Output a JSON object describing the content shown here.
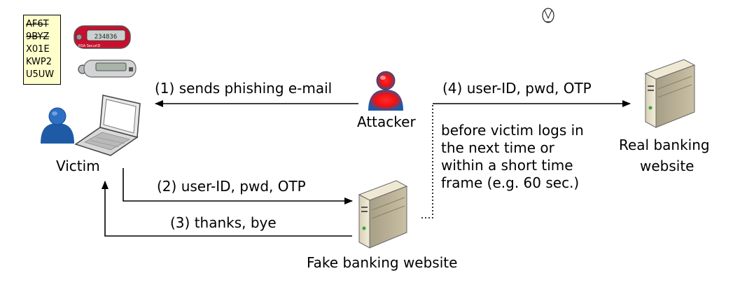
{
  "otp_list": {
    "codes": [
      "AF6T",
      "9BYZ",
      "X01E",
      "KWP2",
      "U5UW"
    ],
    "used_count": 2
  },
  "token_display": "234836",
  "token_brand": "RSA SecurID",
  "labels": {
    "victim": "Victim",
    "attacker": "Attacker",
    "fake_site": "Fake banking website",
    "real_site_line1": "Real banking",
    "real_site_line2": "website"
  },
  "arrows": {
    "step1": "(1) sends phishing e-mail",
    "step2": "(2) user-ID, pwd, OTP",
    "step3": "(3) thanks, bye",
    "step4": "(4) user-ID, pwd, OTP"
  },
  "note_lines": [
    "before victim logs in",
    "the next time or",
    "within a short time",
    "frame (e.g. 60 sec.)"
  ],
  "colors": {
    "person_body": "#1f5aa6",
    "attacker_glow": "#ff2a2a",
    "otp_bg": "#ffffcc",
    "token_red": "#c8102e"
  },
  "icons": [
    "victim-person-icon",
    "laptop-icon",
    "attacker-person-icon",
    "server-icon",
    "hardware-token-icon",
    "mouse-cursor-icon"
  ]
}
